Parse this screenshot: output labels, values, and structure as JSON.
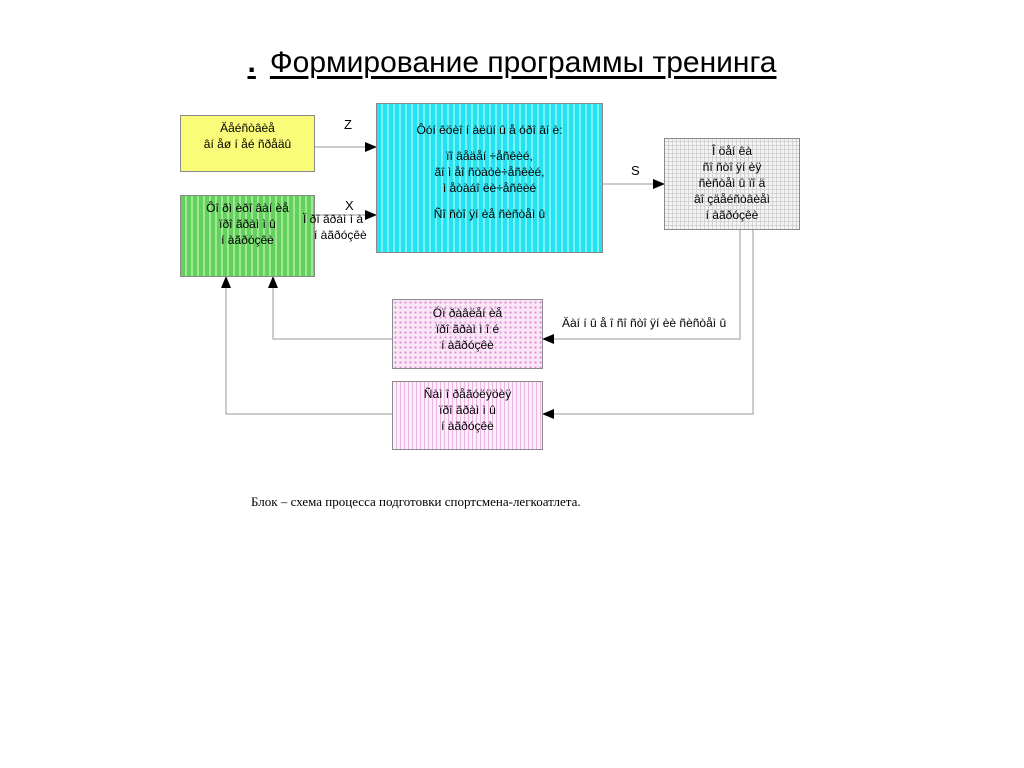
{
  "title": {
    "bullet": ".",
    "text": "Формирование программы тренинга"
  },
  "boxes": {
    "yellow": {
      "lines": [
        "Äåéñòâèå",
        "âí åø í åé ñðåäû"
      ],
      "fill": "#fbfb7a"
    },
    "green": {
      "lines": [
        "Ôî ðì èðî âàí èå",
        "ïðî ãðàì ì û",
        "í àãðóçêè"
      ],
      "fill": "#64d15e"
    },
    "cyan": {
      "lines": [
        "Ôóí êöèî í àëüí û å óðî âí è:",
        "",
        "ïî âåäåí ÷åñêèé,",
        "ãî ì åî ñòàòè÷åñêèé,",
        "ì åòàáî ëè÷åñêèé",
        "",
        "Ñî ñòî ÿí èå ñèñòåì û"
      ],
      "fill": "#22e3ef"
    },
    "gray": {
      "lines": [
        "Î öåí êà",
        "ñî ñòî ÿí èÿ",
        "ñèñòåì û  ïî ä",
        "âî çäåéñòâèåì",
        "í àãðóçêè"
      ],
      "fill": "#f4f4f4"
    },
    "pink1": {
      "lines": [
        "Óï ðàâëåí èå",
        "ïðî ãðàì ì î é",
        "í àãðóçêè"
      ],
      "fill": "#f9e6f6"
    },
    "pink2": {
      "lines": [
        "Ñàì î ðåãóëÿöèÿ",
        "ïðî ãðàì ì û",
        "í àãðóçêè"
      ],
      "fill": "#fbf0fa"
    }
  },
  "labels": {
    "z": "Z",
    "x": "X",
    "s": "S",
    "x_text_1": "Ï ðî ãðàì ì à",
    "x_text_2": "í àãðóçêè",
    "feedback": "Äàí í û å î  ñî ñòî ÿí èè ñèñòåì û"
  },
  "caption": "Блок – схема процесса подготовки спортсмена-легкоатлета.",
  "colors": {
    "arrow": "#000000",
    "border": "#8a8a8a"
  }
}
